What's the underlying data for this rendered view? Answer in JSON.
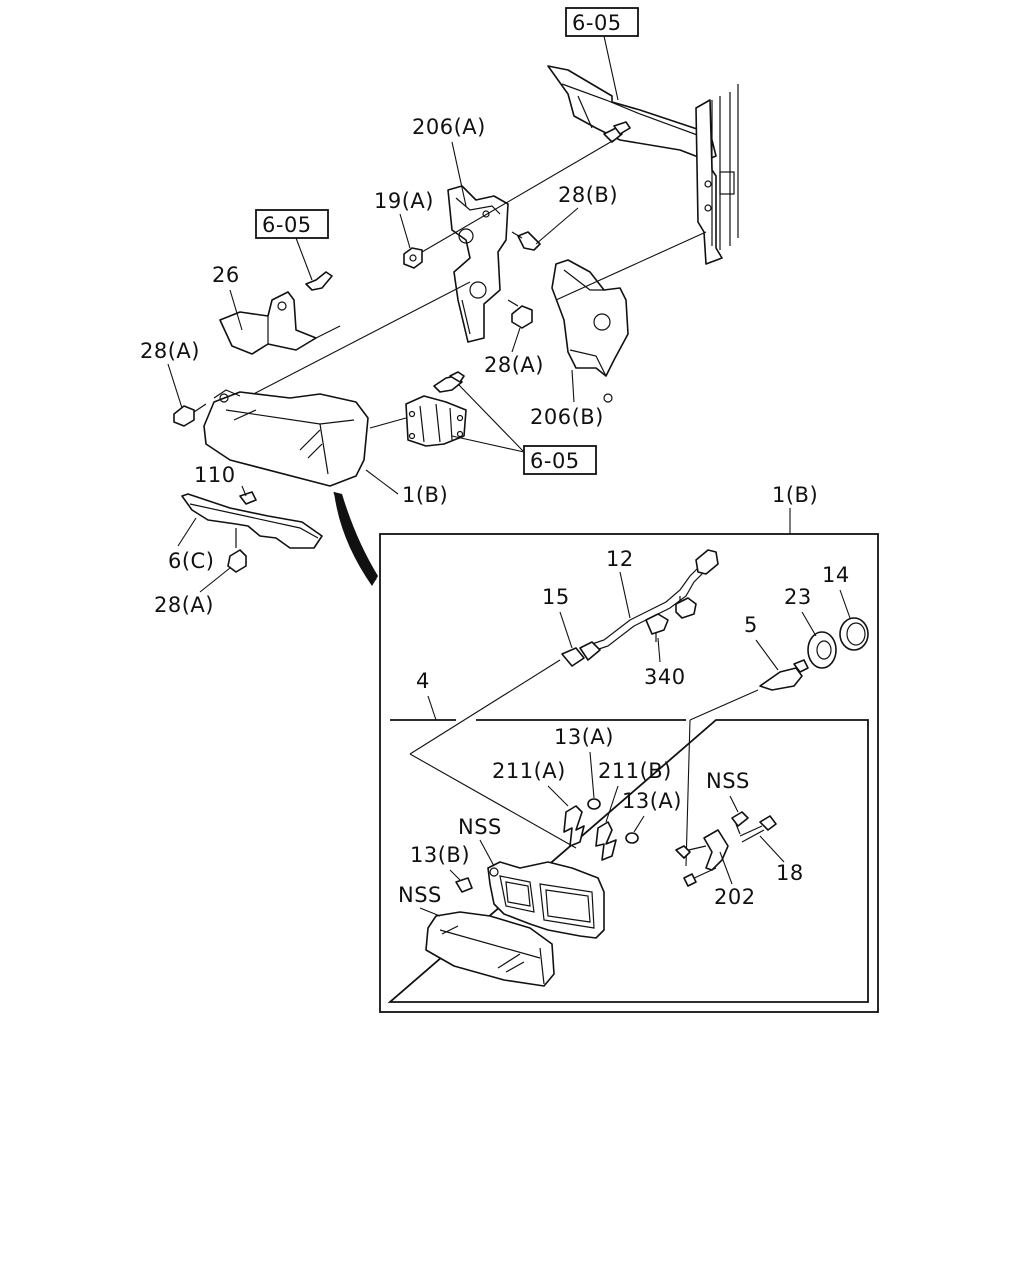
{
  "refs": {
    "top": "6-05",
    "bracket": "6-05",
    "hinge": "6-05"
  },
  "labels": {
    "p206a": "206(A)",
    "p19a": "19(A)",
    "p28b": "28(B)",
    "p26": "26",
    "p28a_left": "28(A)",
    "p28a_mid": "28(A)",
    "p206b": "206(B)",
    "p110": "110",
    "p1b_main": "1(B)",
    "p1b_detail": "1(B)",
    "p6c": "6(C)",
    "p28a_bottom": "28(A)",
    "p12": "12",
    "p15": "15",
    "p14": "14",
    "p23": "23",
    "p5": "5",
    "p340": "340",
    "p4": "4",
    "p13a_top": "13(A)",
    "p211a": "211(A)",
    "p211b": "211(B)",
    "p13a_right": "13(A)",
    "nss_bracket": "NSS",
    "nss_housing": "NSS",
    "p13b": "13(B)",
    "nss_lens": "NSS",
    "p18": "18",
    "p202": "202"
  }
}
